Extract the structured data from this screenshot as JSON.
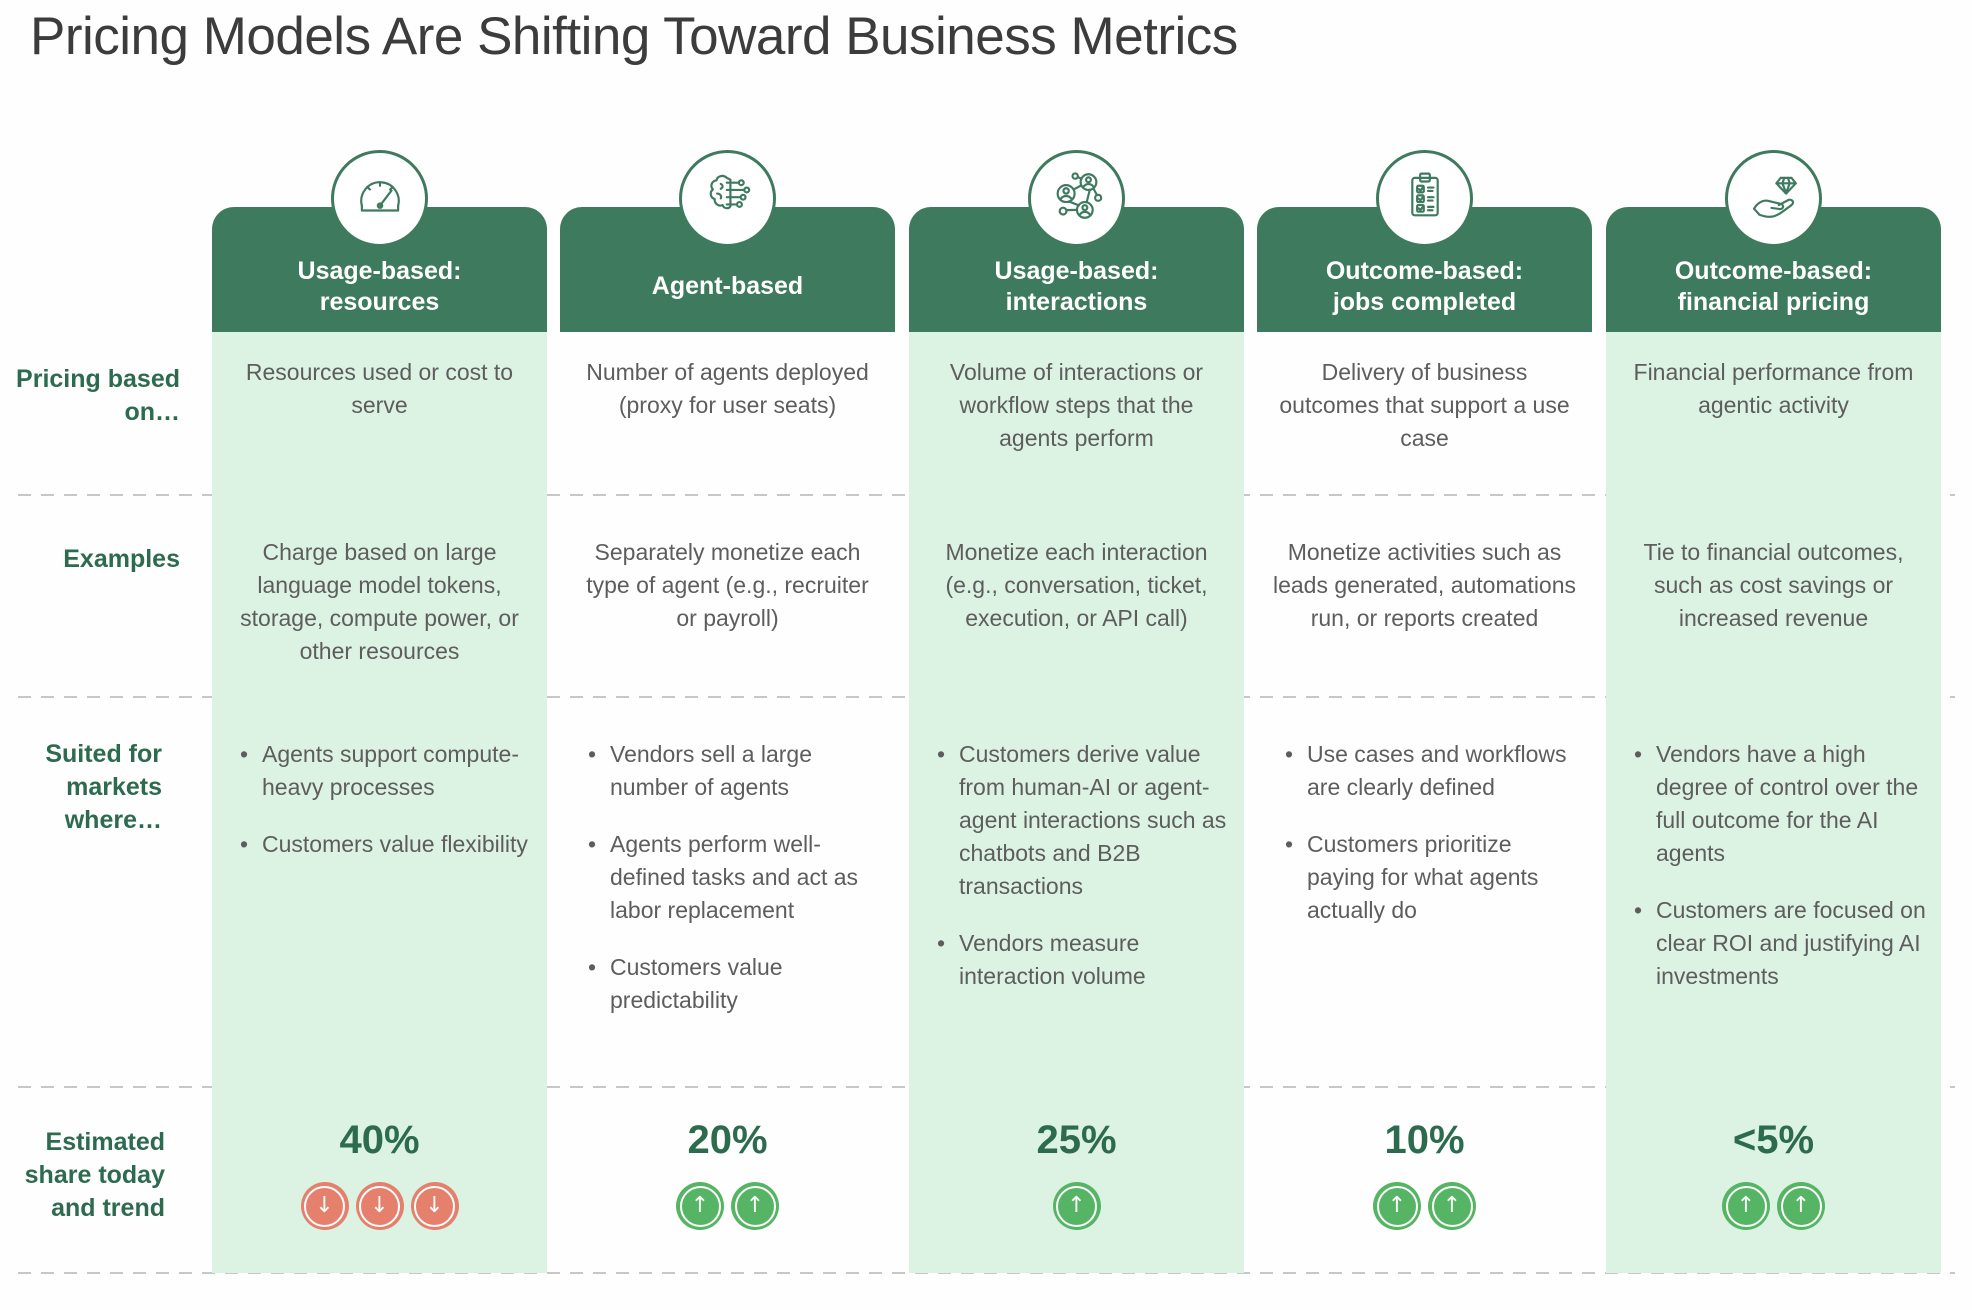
{
  "title": "Pricing Models Are Shifting Toward Business Metrics",
  "row_labels": {
    "pricing_based_on": "Pricing based on…",
    "examples": "Examples",
    "suited_for": "Suited for markets where…",
    "estimated_share": "Estimated share today and trend"
  },
  "colors": {
    "header_green": "#3e7a5e",
    "tint_green": "#dcf2e2",
    "label_green": "#2d6b4f",
    "body_text": "#5d5d5d",
    "trend_up_green": "#55b564",
    "trend_down_coral": "#e5806c",
    "divider_gray": "#c7c7c7"
  },
  "columns": [
    {
      "icon": "gauge-icon",
      "header": "Usage-based: resources",
      "tinted": true,
      "pricing_based_on": "Resources used or cost to serve",
      "examples": "Charge based on large language model tokens, storage, compute power, or other resources",
      "suited_for": [
        "Agents support compute-heavy processes",
        "Customers value flexibility"
      ],
      "share": "40%",
      "trend_direction": "down",
      "trend_count": 3
    },
    {
      "icon": "brain-circuit-icon",
      "header": "Agent-based",
      "tinted": false,
      "pricing_based_on": "Number of agents deployed (proxy for user seats)",
      "examples": "Separately monetize each type of agent (e.g., recruiter or payroll)",
      "suited_for": [
        "Vendors sell a large number of agents",
        "Agents perform well-defined tasks and act as labor replacement",
        "Customers value predictability"
      ],
      "share": "20%",
      "trend_direction": "up",
      "trend_count": 2
    },
    {
      "icon": "people-network-icon",
      "header": "Usage-based: interactions",
      "tinted": true,
      "pricing_based_on": "Volume of interactions or workflow steps that the agents perform",
      "examples": "Monetize each interaction (e.g., conversation, ticket, execution, or API call)",
      "suited_for": [
        "Customers derive value from human-AI or agent-agent interactions such as chatbots and B2B transactions",
        "Vendors measure interaction volume"
      ],
      "share": "25%",
      "trend_direction": "up",
      "trend_count": 1
    },
    {
      "icon": "clipboard-checklist-icon",
      "header": "Outcome-based: jobs completed",
      "tinted": false,
      "pricing_based_on": "Delivery of business outcomes that support a use case",
      "examples": "Monetize activities such as leads generated, automations run, or reports created",
      "suited_for": [
        "Use cases and workflows are clearly defined",
        "Customers prioritize paying for what agents actually do"
      ],
      "share": "10%",
      "trend_direction": "up",
      "trend_count": 2
    },
    {
      "icon": "hand-diamond-icon",
      "header": "Outcome-based: financial pricing",
      "tinted": true,
      "pricing_based_on": "Financial performance from agentic activity",
      "examples": "Tie to financial outcomes, such as cost savings or increased revenue",
      "suited_for": [
        "Vendors have a high degree of control over the full outcome for the AI agents",
        "Customers are focused on clear ROI and justifying AI investments"
      ],
      "share": "<5%",
      "trend_direction": "up",
      "trend_count": 2
    }
  ]
}
